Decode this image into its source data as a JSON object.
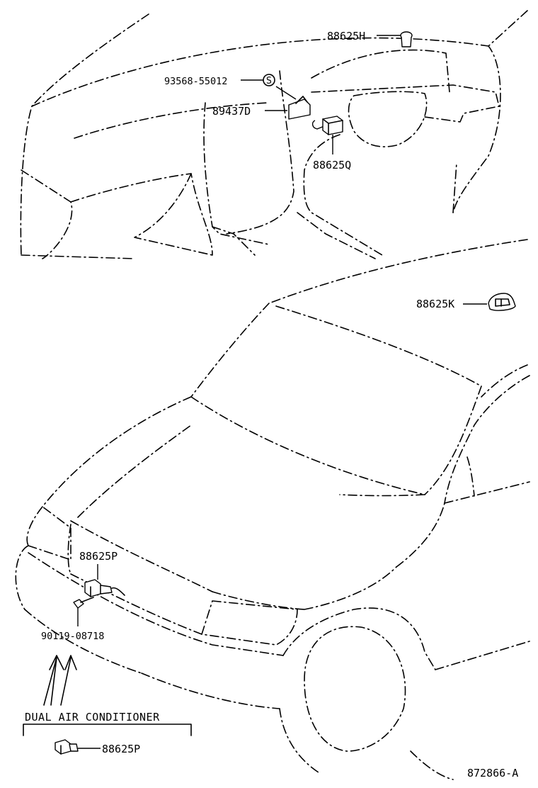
{
  "parts": {
    "p_88625H": "88625H",
    "p_93568": "93568-55012",
    "p_89437D": "89437D",
    "p_88625Q": "88625Q",
    "p_88625K": "88625K",
    "p_88625P_top": "88625P",
    "p_90119": "90119-08718",
    "p_88625P_box": "88625P"
  },
  "option_box": {
    "title": "DUAL AIR CONDITIONER"
  },
  "bolt_symbol": "S",
  "illustration_id": "872866-A",
  "colors": {
    "ink": "#000000",
    "paper": "#ffffff"
  }
}
